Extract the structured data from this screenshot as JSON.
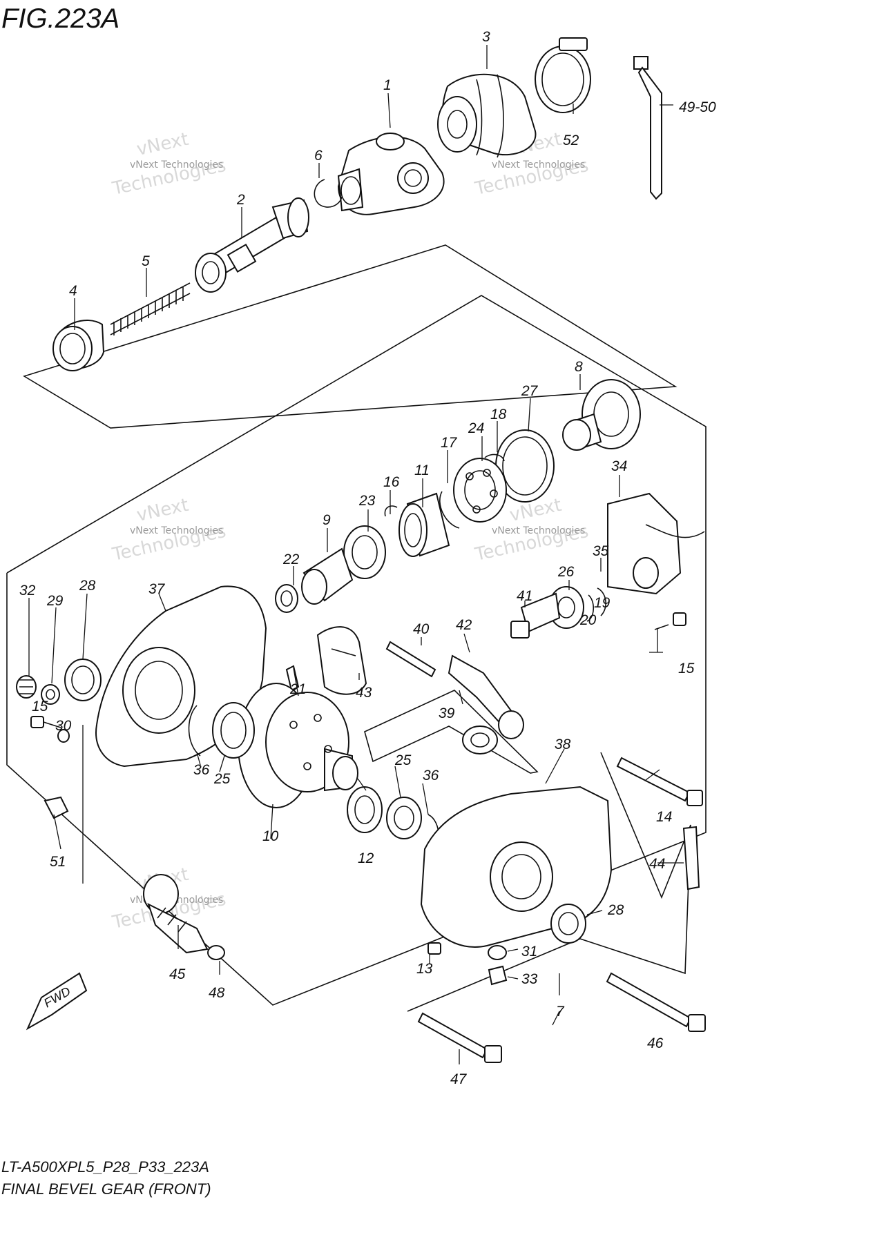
{
  "figure": {
    "title": "FIG.223A",
    "model_code": "LT-A500XPL5_P28_P33_223A",
    "caption": "FINAL BEVEL GEAR (FRONT)",
    "fwd_label": "FWD"
  },
  "watermark": {
    "small": "vNext Technologies",
    "big_1": "vNext",
    "big_2": "Technologies"
  },
  "callouts": [
    "1",
    "2",
    "3",
    "4",
    "5",
    "6",
    "8",
    "9",
    "10",
    "11",
    "12",
    "13",
    "14",
    "15",
    "15",
    "16",
    "17",
    "18",
    "19",
    "20",
    "21",
    "22",
    "23",
    "24",
    "25",
    "25",
    "26",
    "27",
    "28",
    "28",
    "29",
    "30",
    "31",
    "32",
    "33",
    "34",
    "35",
    "36",
    "36",
    "37",
    "38",
    "39",
    "40",
    "41",
    "42",
    "43",
    "44",
    "45",
    "46",
    "47",
    "48",
    "49-50",
    "51",
    "52",
    "7"
  ]
}
